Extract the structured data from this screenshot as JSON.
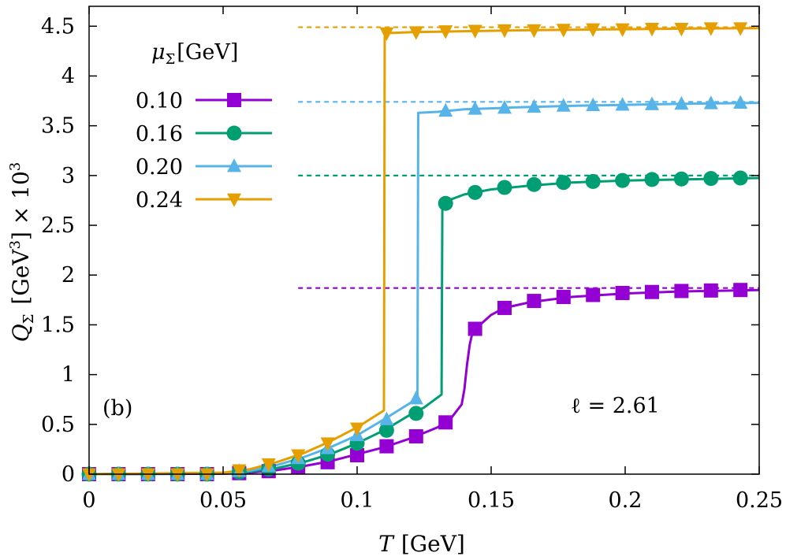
{
  "chart_data": {
    "type": "line",
    "panel_label": "(b)",
    "annotation": "ℓ = 2.61",
    "xlabel": {
      "var": "T",
      "unit": "[GeV]"
    },
    "ylabel": {
      "var": "Q",
      "sub": "Σ",
      "unit_pre": "[GeV",
      "unit_sup": "3",
      "unit_post": "] × 10",
      "unit_sup2": "3"
    },
    "xlim": [
      0,
      0.25
    ],
    "ylim": [
      0,
      4.7
    ],
    "xticks": [
      "0",
      "0.05",
      "0.1",
      "0.15",
      "0.2",
      "0.25"
    ],
    "yticks": [
      "0",
      "0.5",
      "1",
      "1.5",
      "2",
      "2.5",
      "3",
      "3.5",
      "4",
      "4.5"
    ],
    "legend": {
      "title_var": "μ",
      "title_sub": "Σ",
      "title_unit": "[GeV]",
      "position": "top-left"
    },
    "series": [
      {
        "name": "0.10",
        "color": "#9400d3",
        "marker": "square",
        "asymptote": 1.87,
        "x": [
          0,
          0.011,
          0.022,
          0.033,
          0.044,
          0.056,
          0.067,
          0.078,
          0.089,
          0.1,
          0.111,
          0.122,
          0.133,
          0.144,
          0.155,
          0.166,
          0.177,
          0.188,
          0.199,
          0.21,
          0.221,
          0.232,
          0.243
        ],
        "y": [
          0,
          0,
          0,
          0,
          0,
          0.01,
          0.03,
          0.07,
          0.12,
          0.19,
          0.28,
          0.38,
          0.52,
          1.46,
          1.67,
          1.74,
          1.78,
          1.8,
          1.82,
          1.83,
          1.84,
          1.845,
          1.85
        ],
        "curve": [
          [
            0,
            0
          ],
          [
            0.05,
            0.005
          ],
          [
            0.06,
            0.015
          ],
          [
            0.07,
            0.04
          ],
          [
            0.08,
            0.08
          ],
          [
            0.09,
            0.13
          ],
          [
            0.1,
            0.2
          ],
          [
            0.11,
            0.27
          ],
          [
            0.12,
            0.36
          ],
          [
            0.13,
            0.47
          ],
          [
            0.135,
            0.56
          ],
          [
            0.139,
            0.7
          ],
          [
            0.14,
            0.85
          ],
          [
            0.141,
            1.1
          ],
          [
            0.142,
            1.3
          ],
          [
            0.143,
            1.42
          ],
          [
            0.145,
            1.48
          ],
          [
            0.15,
            1.6
          ],
          [
            0.155,
            1.67
          ],
          [
            0.165,
            1.73
          ],
          [
            0.18,
            1.78
          ],
          [
            0.2,
            1.815
          ],
          [
            0.22,
            1.835
          ],
          [
            0.25,
            1.85
          ]
        ]
      },
      {
        "name": "0.16",
        "color": "#009e73",
        "marker": "circle",
        "asymptote": 3.0,
        "x": [
          0,
          0.011,
          0.022,
          0.033,
          0.044,
          0.056,
          0.067,
          0.078,
          0.089,
          0.1,
          0.111,
          0.122,
          0.133,
          0.144,
          0.155,
          0.166,
          0.177,
          0.188,
          0.199,
          0.21,
          0.221,
          0.232,
          0.243
        ],
        "y": [
          0,
          0,
          0,
          0,
          0,
          0.02,
          0.05,
          0.11,
          0.2,
          0.31,
          0.44,
          0.61,
          2.72,
          2.83,
          2.88,
          2.91,
          2.93,
          2.94,
          2.95,
          2.96,
          2.965,
          2.97,
          2.975
        ],
        "curve": [
          [
            0,
            0
          ],
          [
            0.05,
            0.008
          ],
          [
            0.06,
            0.025
          ],
          [
            0.07,
            0.06
          ],
          [
            0.08,
            0.12
          ],
          [
            0.09,
            0.2
          ],
          [
            0.1,
            0.31
          ],
          [
            0.11,
            0.44
          ],
          [
            0.12,
            0.6
          ],
          [
            0.125,
            0.67
          ],
          [
            0.1315,
            0.8
          ],
          [
            0.1318,
            2.7
          ],
          [
            0.135,
            2.76
          ],
          [
            0.14,
            2.81
          ],
          [
            0.15,
            2.86
          ],
          [
            0.165,
            2.9
          ],
          [
            0.18,
            2.93
          ],
          [
            0.2,
            2.95
          ],
          [
            0.22,
            2.96
          ],
          [
            0.25,
            2.975
          ]
        ]
      },
      {
        "name": "0.20",
        "color": "#56b4e9",
        "marker": "triangle-up",
        "asymptote": 3.74,
        "x": [
          0,
          0.011,
          0.022,
          0.033,
          0.044,
          0.056,
          0.067,
          0.078,
          0.089,
          0.1,
          0.111,
          0.122,
          0.133,
          0.144,
          0.155,
          0.166,
          0.177,
          0.188,
          0.199,
          0.21,
          0.221,
          0.232,
          0.243
        ],
        "y": [
          0,
          0,
          0,
          0,
          0,
          0.03,
          0.08,
          0.16,
          0.26,
          0.39,
          0.55,
          0.76,
          3.65,
          3.67,
          3.68,
          3.69,
          3.7,
          3.705,
          3.71,
          3.715,
          3.72,
          3.725,
          3.73
        ],
        "curve": [
          [
            0,
            0
          ],
          [
            0.05,
            0.01
          ],
          [
            0.06,
            0.035
          ],
          [
            0.07,
            0.09
          ],
          [
            0.08,
            0.17
          ],
          [
            0.09,
            0.27
          ],
          [
            0.1,
            0.39
          ],
          [
            0.11,
            0.55
          ],
          [
            0.1225,
            0.76
          ],
          [
            0.1228,
            3.63
          ],
          [
            0.13,
            3.64
          ],
          [
            0.14,
            3.665
          ],
          [
            0.16,
            3.685
          ],
          [
            0.18,
            3.7
          ],
          [
            0.2,
            3.71
          ],
          [
            0.22,
            3.72
          ],
          [
            0.25,
            3.73
          ]
        ]
      },
      {
        "name": "0.24",
        "color": "#e69f00",
        "marker": "triangle-down",
        "asymptote": 4.49,
        "x": [
          0,
          0.011,
          0.022,
          0.033,
          0.044,
          0.056,
          0.067,
          0.078,
          0.089,
          0.1,
          0.111,
          0.122,
          0.133,
          0.144,
          0.155,
          0.166,
          0.177,
          0.188,
          0.199,
          0.21,
          0.221,
          0.232,
          0.243
        ],
        "y": [
          0,
          0,
          0,
          0,
          0,
          0.04,
          0.1,
          0.19,
          0.31,
          0.46,
          4.43,
          4.44,
          4.45,
          4.455,
          4.46,
          4.46,
          4.465,
          4.47,
          4.47,
          4.475,
          4.475,
          4.48,
          4.48
        ],
        "curve": [
          [
            0,
            0
          ],
          [
            0.05,
            0.015
          ],
          [
            0.06,
            0.05
          ],
          [
            0.07,
            0.12
          ],
          [
            0.08,
            0.21
          ],
          [
            0.09,
            0.33
          ],
          [
            0.1,
            0.47
          ],
          [
            0.11,
            0.64
          ],
          [
            0.1103,
            4.43
          ],
          [
            0.12,
            4.44
          ],
          [
            0.14,
            4.45
          ],
          [
            0.17,
            4.462
          ],
          [
            0.2,
            4.47
          ],
          [
            0.23,
            4.478
          ],
          [
            0.25,
            4.48
          ]
        ]
      }
    ]
  }
}
